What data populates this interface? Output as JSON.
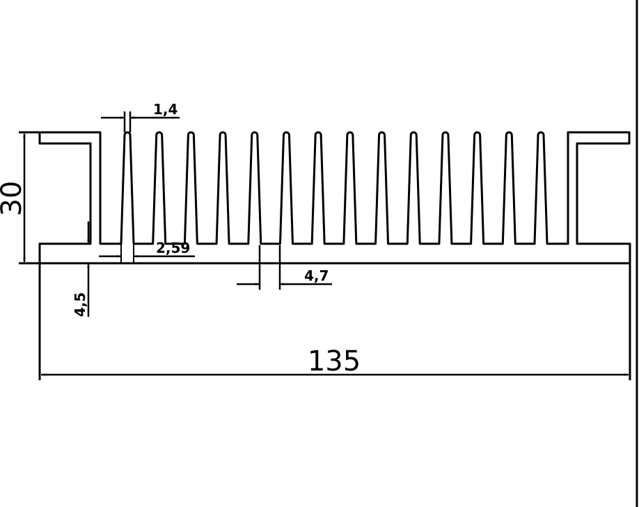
{
  "drawing": {
    "title": "Heatsink profile",
    "fin_count": 14,
    "dimensions": {
      "fin_tip_width": "1,4",
      "overall_height": "30",
      "base_thickness": "4,5",
      "fin_base_width": "2,59",
      "fin_gap": "4,7",
      "overall_width": "135"
    }
  }
}
